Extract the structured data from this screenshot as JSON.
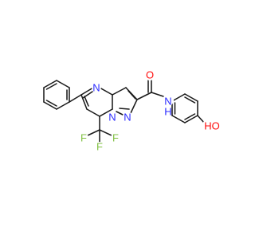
{
  "molecule": {
    "atoms": {
      "n_ring": "N",
      "n_bridge": "N",
      "n_pyrazole": "N",
      "amide_nh": "N",
      "amide_h": "H",
      "carbonyl_o": "O",
      "hydroxyl": "HO",
      "f_left": "F",
      "f_right": "F",
      "f_bottom": "F"
    },
    "colors": {
      "bond": "#1a1a1a",
      "nitrogen": "#2b2bff",
      "oxygen": "#ff0d0d",
      "fluorine": "#7fbf40"
    }
  }
}
